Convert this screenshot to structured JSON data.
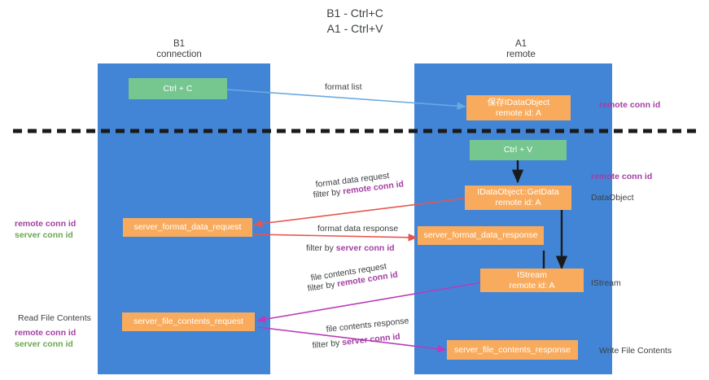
{
  "title": "B1 - Ctrl+C\nA1 - Ctrl+V",
  "colors": {
    "lane": "#4285d6",
    "green_node": "#76c68f",
    "orange_node": "#f9ab5d",
    "purple_text": "#a33ea3",
    "green_text": "#6aa84f",
    "red_arrow": "#e8554e",
    "magenta_arrow": "#b83db8",
    "blue_arrow": "#6aa9e0",
    "black_arrow": "#1a1a1a",
    "divider": "#1a1a1a",
    "body_text": "#3c4043",
    "background": "#ffffff"
  },
  "lanes": [
    {
      "id": "b1",
      "title": "B1",
      "subtitle": "connection",
      "header_text": "B1\nconnection"
    },
    {
      "id": "a1",
      "title": "A1",
      "subtitle": "remote",
      "header_text": "A1\nremote"
    }
  ],
  "nodes": [
    {
      "id": "ctrl-c",
      "line1": "Ctrl + C",
      "line2": "",
      "color": "green"
    },
    {
      "id": "ctrl-v",
      "line1": "Ctrl + V",
      "line2": "",
      "color": "green"
    },
    {
      "id": "save-idataobject",
      "line1": "保存IDataObject",
      "line2": "remote id: A",
      "color": "orange"
    },
    {
      "id": "idataobject-getdata",
      "line1": "IDataObject::GetData",
      "line2": "remote id: A",
      "color": "orange"
    },
    {
      "id": "istream",
      "line1": "IStream",
      "line2": "remote id: A",
      "color": "orange"
    },
    {
      "id": "server-format-data-request",
      "line1": "server_format_data_request",
      "line2": "",
      "color": "orange"
    },
    {
      "id": "server-format-data-response",
      "line1": "server_format_data_response",
      "line2": "",
      "color": "orange"
    },
    {
      "id": "server-file-contents-request",
      "line1": "server_file_contents_request",
      "line2": "",
      "color": "orange"
    },
    {
      "id": "server-file-contents-response",
      "line1": "server_file_contents_response",
      "line2": "",
      "color": "orange"
    }
  ],
  "edge_labels": [
    {
      "id": "format-list",
      "text": "format list",
      "filter_prefix": "",
      "filter_key": ""
    },
    {
      "id": "format-data-request",
      "text": "format data request",
      "filter_prefix": "filter by ",
      "filter_key": "remote conn id"
    },
    {
      "id": "format-data-response",
      "text": "format data response",
      "filter_prefix": "filter by ",
      "filter_key": "server conn id"
    },
    {
      "id": "file-contents-request",
      "text": "file contents request",
      "filter_prefix": "filter by ",
      "filter_key": "remote conn id"
    },
    {
      "id": "file-contents-response",
      "text": "file contents response",
      "filter_prefix": "filter by ",
      "filter_key": "server conn id"
    }
  ],
  "right_labels": [
    {
      "id": "remote-conn-id-top",
      "text": "remote conn id",
      "style": "purple"
    },
    {
      "id": "remote-conn-id-mid",
      "text": "remote conn id",
      "style": "purple"
    },
    {
      "id": "dataobject",
      "text": "DataObject",
      "style": "plain"
    },
    {
      "id": "istream-label",
      "text": "IStream",
      "style": "plain"
    },
    {
      "id": "write-file-contents",
      "text": "Write File Contents",
      "style": "plain"
    }
  ],
  "left_labels": [
    {
      "id": "left-conn-ids-mid",
      "line1": "remote conn id",
      "line2": "server conn id",
      "heading": ""
    },
    {
      "id": "read-file-contents",
      "heading": "Read File Contents",
      "line1": "remote conn id",
      "line2": "server conn id"
    }
  ]
}
